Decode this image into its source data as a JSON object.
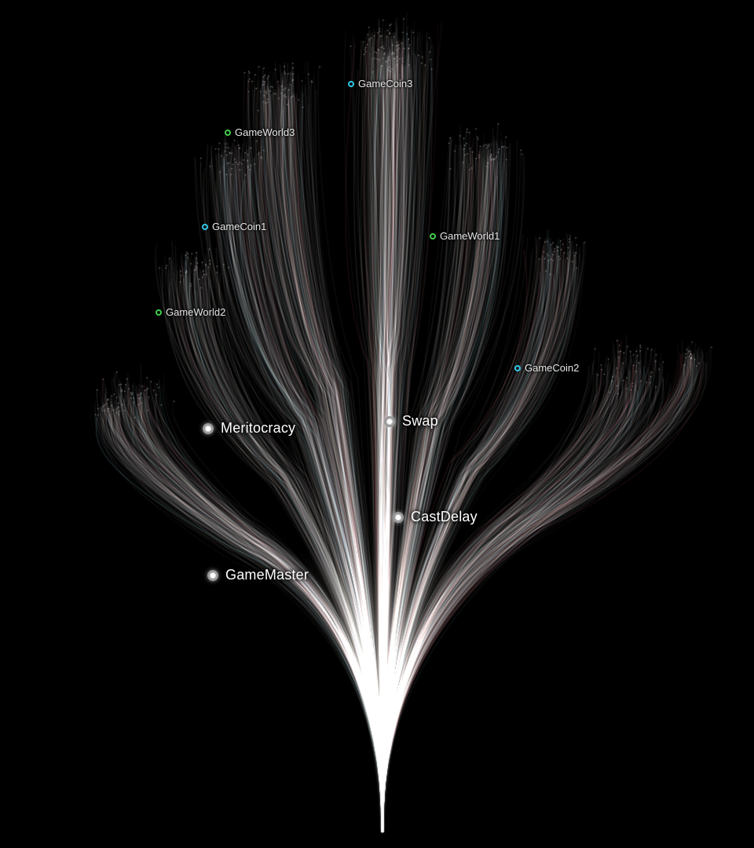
{
  "colors": {
    "background": "#000000",
    "coin_ring": "#2fc7e6",
    "world_ring": "#3fcf4a",
    "major_ring": "#d0d0d0",
    "strand_light": "#e8e2f0",
    "strand_warm": "#f3e6d6",
    "strand_red_accent": "#c44d5a",
    "strand_cyan_accent": "#7fd9e6"
  },
  "nodes": {
    "gamecoin3": {
      "label": "GameCoin3",
      "kind": "coin",
      "icon": "ring-cyan-icon"
    },
    "gameworld3": {
      "label": "GameWorld3",
      "kind": "world",
      "icon": "ring-green-icon"
    },
    "gamecoin1": {
      "label": "GameCoin1",
      "kind": "coin",
      "icon": "ring-cyan-icon"
    },
    "gameworld1": {
      "label": "GameWorld1",
      "kind": "world",
      "icon": "ring-green-icon"
    },
    "gameworld2": {
      "label": "GameWorld2",
      "kind": "world",
      "icon": "ring-green-icon"
    },
    "gamecoin2": {
      "label": "GameCoin2",
      "kind": "coin",
      "icon": "ring-cyan-icon"
    },
    "meritocracy": {
      "label": "Meritocracy",
      "kind": "major",
      "icon": "ring-white-icon"
    },
    "swap": {
      "label": "Swap",
      "kind": "major",
      "icon": "ring-white-icon"
    },
    "castdelay": {
      "label": "CastDelay",
      "kind": "major",
      "icon": "ring-white-icon"
    },
    "gamemaster": {
      "label": "GameMaster",
      "kind": "major",
      "icon": "ring-white-icon"
    }
  }
}
